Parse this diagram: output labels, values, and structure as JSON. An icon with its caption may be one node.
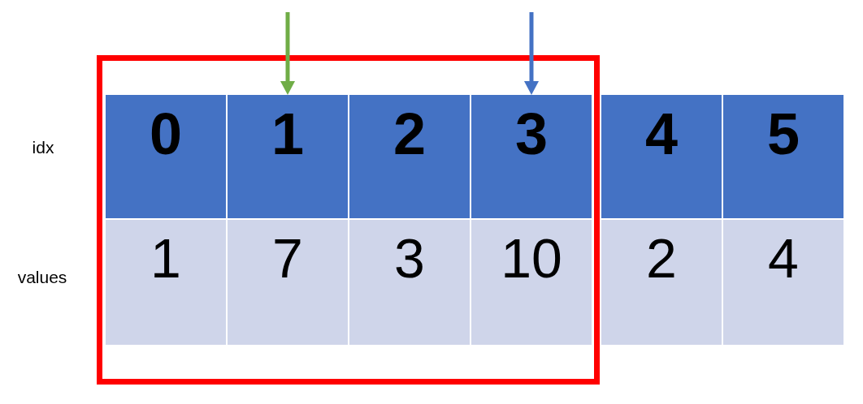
{
  "diagram": {
    "nodes": [
      {
        "text": [],
        "shape": "box"
      },
      {
        "text": [
          "0"
        ],
        "in": 0
      },
      {
        "text": [
          "1"
        ],
        "in": 0
      },
      {
        "text": [
          "2"
        ],
        "in": 0
      },
      {
        "text": [
          "3"
        ],
        "in": 0
      },
      {
        "text": [
          "4"
        ]
      },
      {
        "text": [
          "5"
        ]
      },
      {
        "text": [
          "1"
        ],
        "in": 0
      },
      {
        "text": [
          "7"
        ],
        "in": 0
      },
      {
        "text": [
          "3"
        ],
        "in": 0
      },
      {
        "text": [
          "10"
        ],
        "in": 0
      },
      {
        "text": [
          "2"
        ]
      },
      {
        "text": [
          "4"
        ]
      }
    ],
    "edges": [
      {
        "from": null,
        "to": 2,
        "arrow": "to",
        "color": "#70ad47"
      },
      {
        "from": null,
        "to": 4,
        "arrow": "to",
        "color": "#4472c4"
      }
    ],
    "labels": [
      "idx",
      "values"
    ]
  }
}
